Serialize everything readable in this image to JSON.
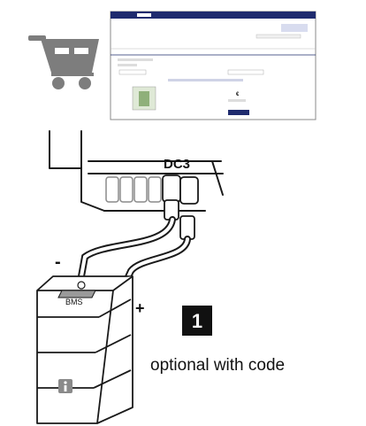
{
  "cart_icon": "shopping-cart-icon",
  "shop": {
    "topbar_text": "",
    "logo_text": "",
    "nav_label": "",
    "breadcrumb": "",
    "product_title": "",
    "price": "€",
    "add_button": ""
  },
  "inverter": {
    "port_label": "DC3"
  },
  "battery": {
    "module_text": "BMS",
    "info_icon": "info-icon",
    "minus_label": "-",
    "plus_label": "+"
  },
  "step": {
    "number": "1",
    "caption": "optional with code"
  },
  "colors": {
    "topbar": "#1f2b6e",
    "cart": "#7d7d7d",
    "stroke": "#1a1a1a",
    "badge": "#111111",
    "button": "#1f2b6e"
  }
}
